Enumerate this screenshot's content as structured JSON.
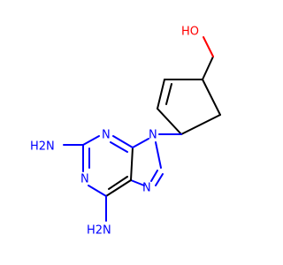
{
  "molecule": {
    "atom_labels": {
      "oh": "HO",
      "n9": "N",
      "n3": "N",
      "n1": "N",
      "n7": "N",
      "nh2_left": "H2N",
      "nh2_bottom": "H2N"
    },
    "colors": {
      "carbon_bond": "#000000",
      "nitrogen": "#0000ff",
      "oxygen": "#ff0000",
      "background": "#ffffff"
    }
  }
}
